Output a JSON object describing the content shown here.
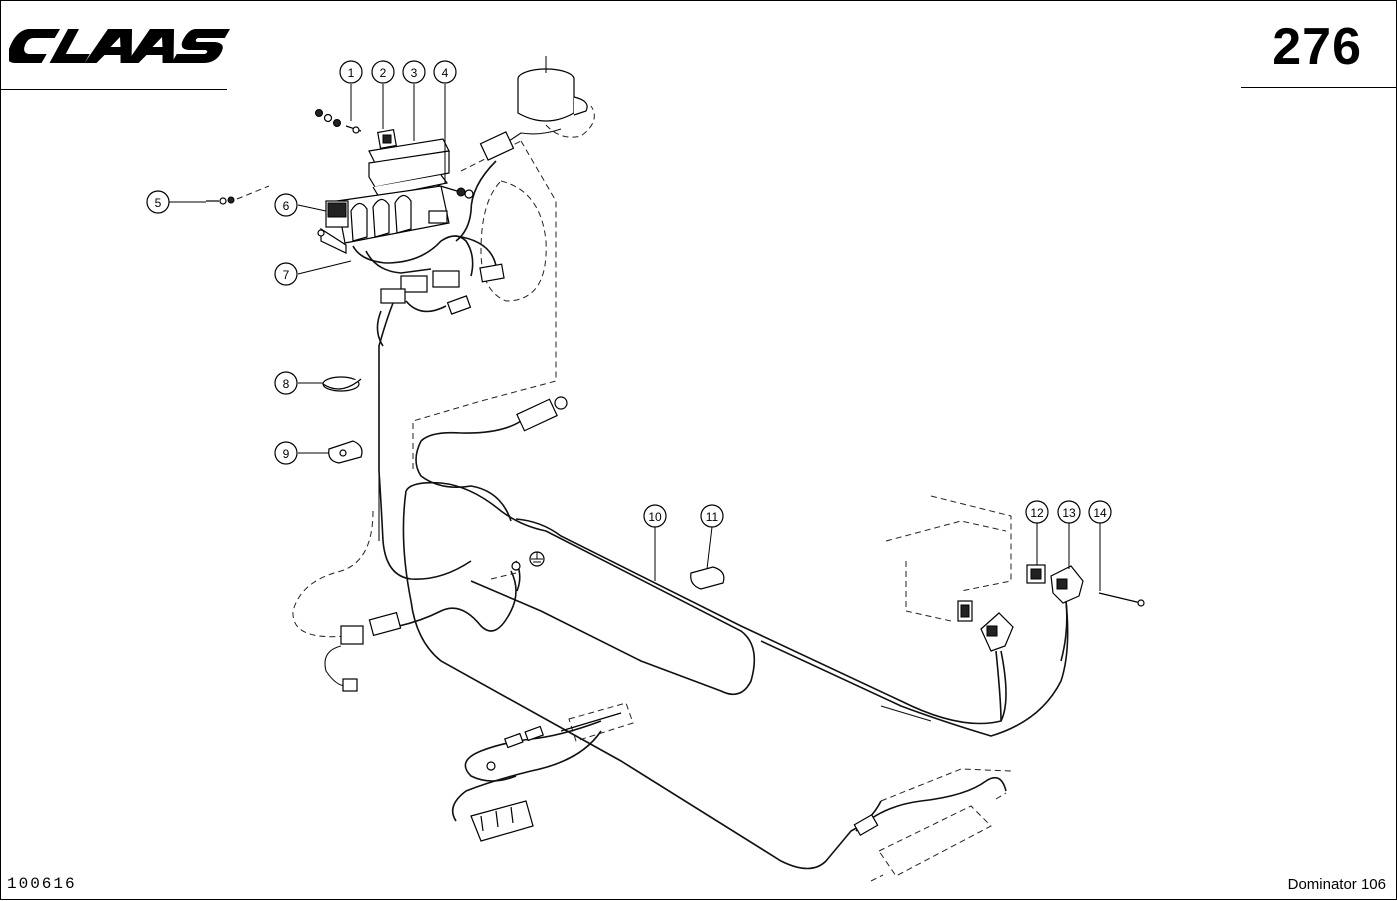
{
  "header": {
    "brand": "CLAAS",
    "page_number": "276"
  },
  "footer": {
    "doc_code": "100616",
    "model": "Dominator 106"
  },
  "icons": {
    "logo": "claas-logo",
    "ground": "ground-symbol-icon"
  },
  "callouts": [
    {
      "label": "1"
    },
    {
      "label": "2"
    },
    {
      "label": "3"
    },
    {
      "label": "4"
    },
    {
      "label": "5"
    },
    {
      "label": "6"
    },
    {
      "label": "7"
    },
    {
      "label": "8"
    },
    {
      "label": "9"
    },
    {
      "label": "10"
    },
    {
      "label": "11"
    },
    {
      "label": "12"
    },
    {
      "label": "13"
    },
    {
      "label": "14"
    }
  ]
}
